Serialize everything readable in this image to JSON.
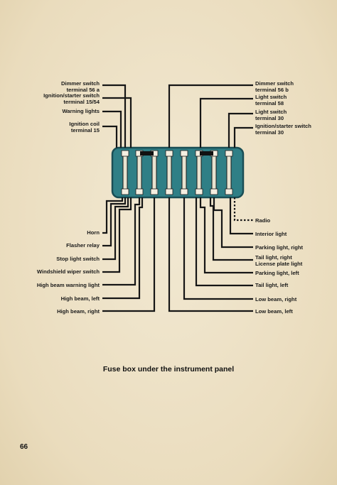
{
  "diagram": {
    "top_left_labels": [
      "Dimmer switch\nterminal 56 a",
      "Ignition/starter switch\nterminal 15/54",
      "Warning lights",
      "Ignition coil\nterminal 15"
    ],
    "top_right_labels": [
      "Dimmer switch\nterminal 56 b",
      "Light switch\nterminal 58",
      "Light switch\nterminal 30",
      "Ignition/starter switch\nterminal 30"
    ],
    "bottom_left_labels": [
      "Horn",
      "Flasher relay",
      "Stop light switch",
      "Windshield wiper switch",
      "High beam warning light",
      "High beam, left",
      "High beam, right"
    ],
    "bottom_right_labels": [
      "Radio",
      "Interior light",
      "Parking light, right",
      "Tail light, right\nLicense plate light",
      "Parking light, left",
      "Tail light, left",
      "Low beam, right",
      "Low beam, left"
    ],
    "colors": {
      "fuse_box": "#2f7f86",
      "fuse_box_border": "#1a4e55",
      "wire": "#161616",
      "paper": "#ede2c8"
    }
  },
  "caption": "Fuse box under the instrument panel",
  "page_number": "66"
}
